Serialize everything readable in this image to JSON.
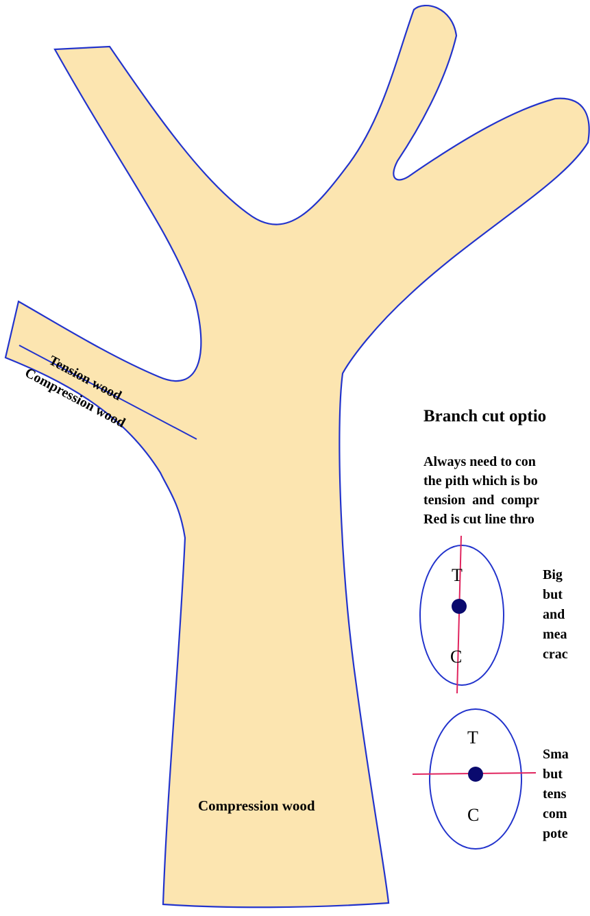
{
  "diagram": {
    "branch_labels": {
      "tension": "Tension wood",
      "compression": "Compression wood"
    },
    "trunk_label": "Compression wood",
    "heading": "Branch cut optio",
    "intro_lines": [
      "Always need to con",
      "the pith which is bo",
      "tension  and  compr",
      "Red is cut line thro"
    ],
    "option1": {
      "top_letter": "T",
      "bottom_letter": "C",
      "lines": [
        "Big",
        "but",
        "and",
        "mea",
        "crac"
      ]
    },
    "option2": {
      "top_letter": "T",
      "bottom_letter": "C",
      "lines": [
        "Sma",
        "but",
        "tens",
        "com",
        "pote"
      ]
    },
    "colors": {
      "wood_fill": "#FCE5B0",
      "outline": "#2233CC",
      "cut_line": "#E0245E",
      "pith": "#0A0A6E"
    }
  }
}
